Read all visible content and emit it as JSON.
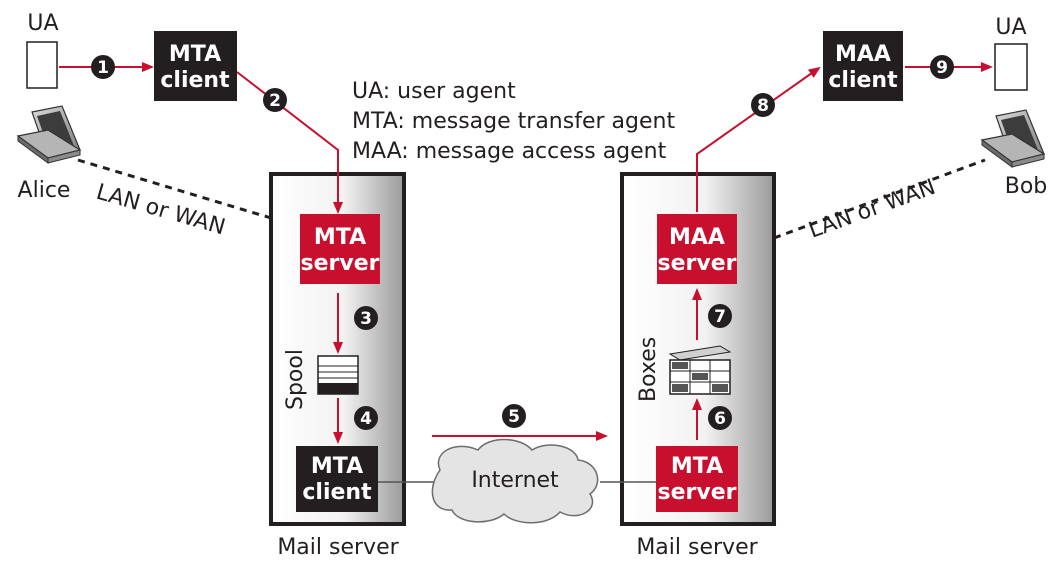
{
  "legend": [
    "UA: user agent",
    "MTA: message transfer agent",
    "MAA: message access agent"
  ],
  "left": {
    "ua_label": "UA",
    "user_name": "Alice",
    "network_label": "LAN or WAN",
    "client_line1": "MTA",
    "client_line2": "client",
    "server_caption": "Mail server",
    "server_line1": "MTA",
    "server_line2": "server",
    "spool_label": "Spool",
    "outclient_line1": "MTA",
    "outclient_line2": "client"
  },
  "right": {
    "ua_label": "UA",
    "user_name": "Bob",
    "network_label": "LAN or WAN",
    "client_line1": "MAA",
    "client_line2": "client",
    "server_caption": "Mail server",
    "maa_line1": "MAA",
    "maa_line2": "server",
    "boxes_label": "Boxes",
    "mta_line1": "MTA",
    "mta_line2": "server"
  },
  "internet_label": "Internet",
  "steps": [
    "1",
    "2",
    "3",
    "4",
    "5",
    "6",
    "7",
    "8",
    "9"
  ],
  "colors": {
    "accent": "#c8102e",
    "dark_box": "#231f20",
    "text": "#231f20"
  }
}
